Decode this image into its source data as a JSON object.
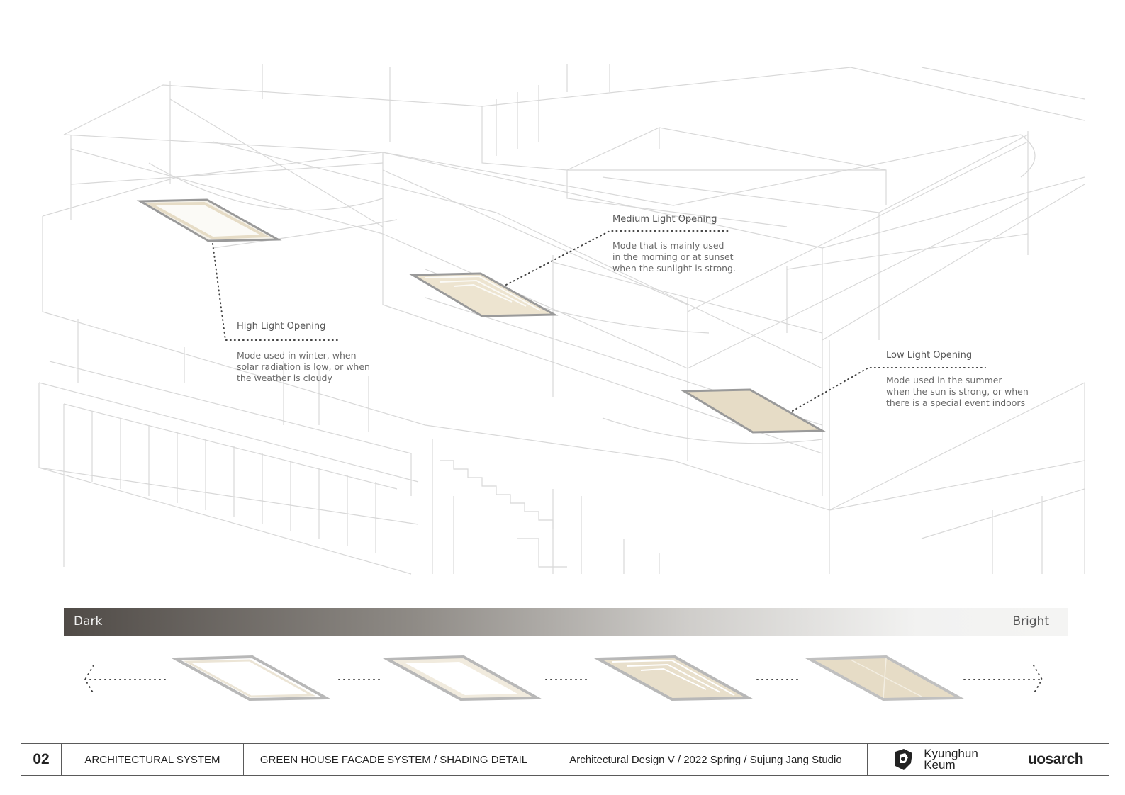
{
  "callouts": {
    "high": {
      "title": "High Light Opening",
      "desc": "Mode used in winter, when\nsolar radiation is low, or when\nthe weather is cloudy"
    },
    "medium": {
      "title": "Medium Light Opening",
      "desc": "Mode that is mainly used\nin the morning or at sunset\nwhen the sunlight is strong."
    },
    "low": {
      "title": "Low Light Opening",
      "desc": "Mode used in the summer\nwhen the sun is strong, or when\nthere is a special event indoors"
    }
  },
  "gradient_bar": {
    "left_label": "Dark",
    "right_label": "Bright",
    "colors": [
      "#504b47",
      "#f4f4f3"
    ]
  },
  "colors": {
    "panel_fill": "#e6dcc6",
    "panel_frame": "#9a9a9a",
    "linework": "#d6d6d6"
  },
  "footer": {
    "page_number": "02",
    "section": "ARCHITECTURAL SYSTEM",
    "topic": "GREEN HOUSE FACADE SYSTEM / SHADING DETAIL",
    "course": "Architectural  Design  V  /  2022 Spring  /  Sujung Jang Studio",
    "author": "Kyunghun\nKeum",
    "school": "uosarch",
    "author_logo_icon": "student-logo-icon"
  }
}
